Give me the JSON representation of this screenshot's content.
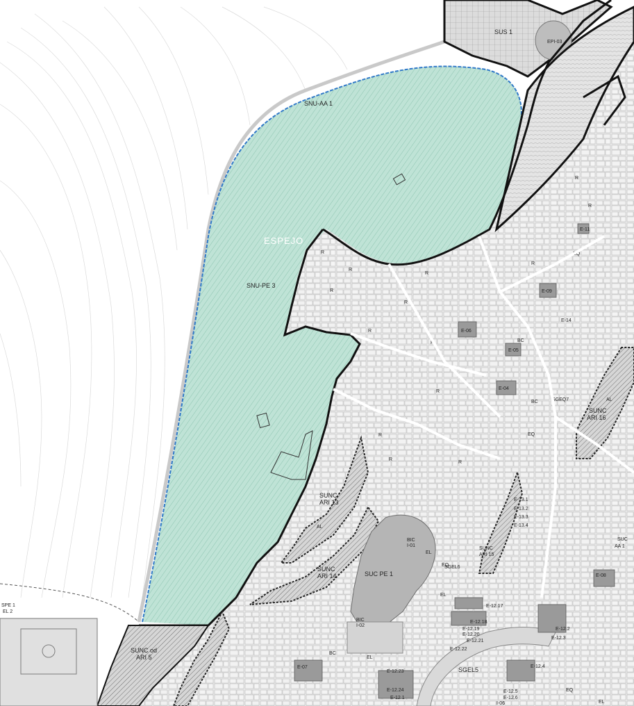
{
  "map": {
    "colors": {
      "background": "#ffffff",
      "contour": "#d8d8d8",
      "protected_zone": "#bfe3d6",
      "protected_hatch": "#7ab9a4",
      "boundary": "#111111",
      "blue_line": "#2f78c8",
      "urban_fill": "#e6e6e6",
      "urban_block": "#f3f3f3",
      "equipment": "#9a9a9a",
      "ari_hatch": "#777777"
    },
    "zones": {
      "snu_aa1": "SNU-AA 1",
      "espejo": "ESPEJO",
      "snu_pe3": "SNU-PE 3",
      "sus1": "SUS 1",
      "epi03": "EPI-03",
      "sunc_ari13_a": "SUNC",
      "sunc_ari13_b": "ARI 13",
      "sunc_ari14_a": "SUNC",
      "sunc_ari14_b": "ARI 14",
      "sunc_ari16_a": "SUNC",
      "sunc_ari16_b": "ARI 16",
      "sunc_ari15_a": "SUNC",
      "sunc_ari15_b": "ARI 15",
      "sunc_ari5_a": "SUNC od",
      "sunc_ari5_b": "ARI 5",
      "suc_pe1": "SUC PE 1",
      "sgel5": "SGEL5",
      "sgel6": "SGEL6",
      "sgeq7": "SGEQ7",
      "spe1": "SPE 1",
      "el2": "EL 2",
      "suc_edge": "SUC",
      "aa1_edge": "AA 1",
      "bic_i01": "BIC\nI-01",
      "bic_i02": "BIC\nI-02"
    },
    "small_labels": [
      "R",
      "R",
      "R",
      "R",
      "R",
      "R",
      "R",
      "R",
      "R",
      "R",
      "R",
      "R",
      "R",
      "R",
      "E-06",
      "E-05",
      "E-04",
      "E-09",
      "E-07",
      "E-08",
      "E-11",
      "E-14",
      "EQ",
      "EQ",
      "EQ",
      "EQ",
      "EL",
      "EL",
      "EL",
      "EL",
      "AL",
      "AL",
      "BC",
      "BC",
      "BC",
      "E-13.1",
      "E-13.2",
      "E-13.3",
      "E-13.4",
      "E-12.17",
      "E-12.18",
      "E-12.19",
      "E-12.20",
      "E-12.21",
      "E-12.22",
      "E-12.23",
      "E-12.24",
      "E-12.1",
      "E-12.2",
      "E-12.3",
      "E-12.4",
      "E-12.5",
      "E-12.6",
      "I-06"
    ]
  }
}
